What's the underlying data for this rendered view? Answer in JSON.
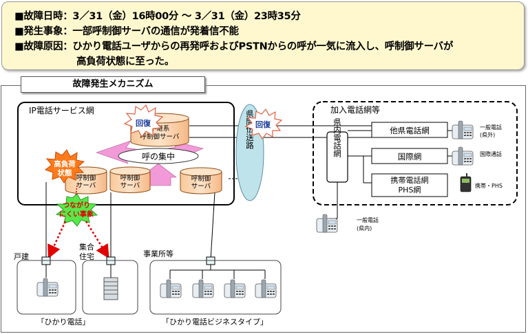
{
  "summary": {
    "line1": "■故障日時：3／31（金）16時00分 ～ 3／31（金）23時35分",
    "line2": "■発生事象：一部呼制御サーバの通信が発着信不能",
    "line3": "■故障原因：ひかり電話ユーザからの再発呼およびPSTNからの呼が一気に流入し、呼制御サーバが",
    "line4": "高負荷状態に至った。"
  },
  "mechanism": {
    "title": "故障発生メカニズム",
    "ip_network_label": "IP電話サービス網",
    "relay_server": [
      "中継系",
      "呼制御サーバ"
    ],
    "call_servers": [
      [
        "呼制御",
        "サーバ"
      ],
      [
        "呼制御",
        "サーバ"
      ],
      [
        "呼制御",
        "サーバ"
      ]
    ],
    "recovery_label": "回復",
    "call_concentration": "呼の集中",
    "high_load": [
      "高負荷",
      "状態"
    ],
    "hard_to_connect": [
      "つながり",
      "にくい事象"
    ],
    "inter_prefecture": "県間伝送路",
    "subscriber_network": "加入電話網等",
    "prefecture_network": "県内電話網",
    "other_pref_network": "他県電話網",
    "international_network": "国際網",
    "mobile_network": [
      "携帯電話網",
      "PHS網"
    ],
    "phone_labels": {
      "outside": [
        "一般電話",
        "(県外)"
      ],
      "international": "国際通話",
      "mobile": "携帯・PHS",
      "inside": [
        "一般電話",
        "(県内)"
      ]
    },
    "user_labels": {
      "detached": "戸建",
      "apartment": [
        "集合",
        "住宅"
      ],
      "office": "事業所等"
    },
    "service_labels": {
      "hikari": "「ひかり電話」",
      "business": "「ひかり電話ビジネスタイプ」"
    }
  },
  "colors": {
    "summary_bg": "#fff8cf",
    "server_fill": "#fcd5b0",
    "burst_orange": "#ff7a1a",
    "burst_green": "#57e84a",
    "arrow_pink": "#f29ad8",
    "relay_ellipse": "#bfe3ea"
  }
}
